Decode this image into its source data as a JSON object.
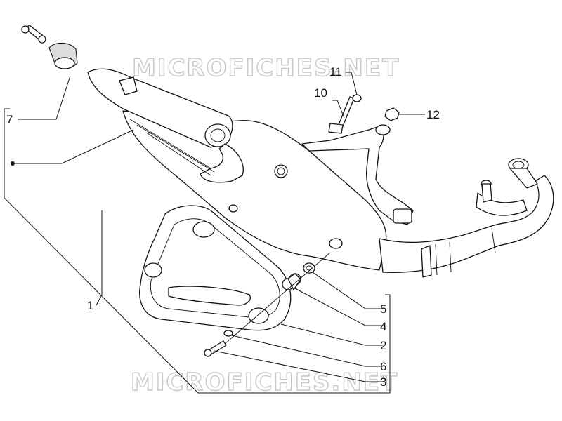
{
  "watermark": {
    "top": "MICROFICHES.NET",
    "bottom": "MICROFICHES.NET"
  },
  "callouts": {
    "c1": "1",
    "c2": "2",
    "c3": "3",
    "c4": "4",
    "c5": "5",
    "c6": "6",
    "c7": "7",
    "c10": "10",
    "c11": "11",
    "c12": "12"
  }
}
